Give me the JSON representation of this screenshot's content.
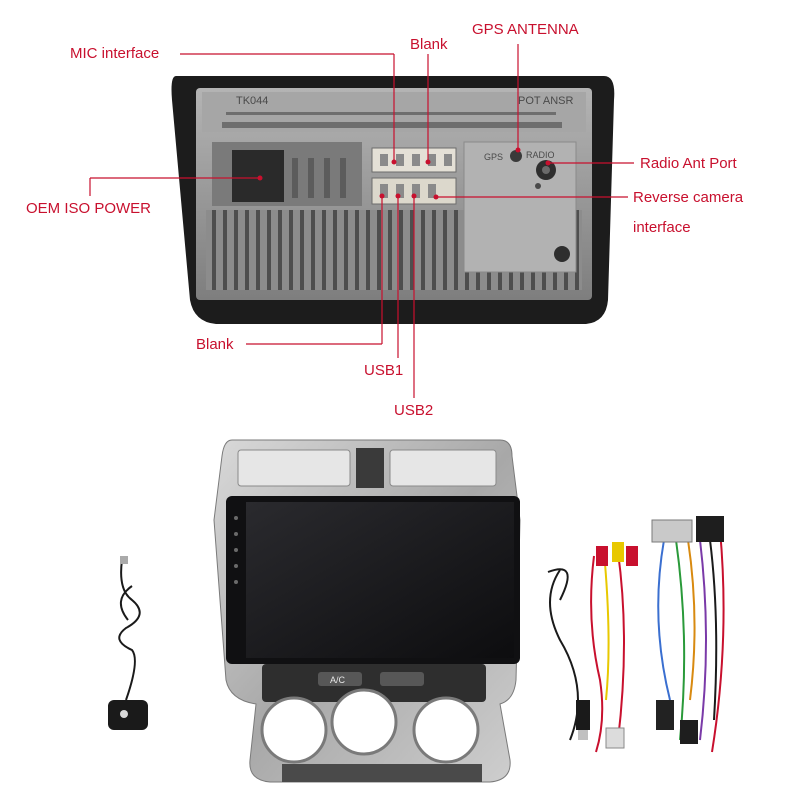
{
  "labels": {
    "mic": "MIC interface",
    "blank_top": "Blank",
    "gps": "GPS ANTENNA",
    "radio": "Radio Ant Port",
    "oem": "OEM ISO POWER",
    "reverse_1": "Reverse camera",
    "reverse_2": "interface",
    "blank_bottom": "Blank",
    "usb1": "USB1",
    "usb2": "USB2"
  },
  "unit_markings": {
    "top_left": "TK044",
    "top_right": "POT ANSR",
    "gps": "GPS",
    "radio": "RADIO",
    "ac_button": "A/C"
  },
  "colors": {
    "label_text": "#c8102e",
    "leader_line": "#c8102e",
    "frame": "#1c1c1c",
    "chassis": "#9a9a9a",
    "screen": "#141416",
    "bezel_silver": "#b8b8b8"
  },
  "icons": [
    "gps-antenna-icon",
    "wiring-harness-icon",
    "usb-cable-icon",
    "rca-cable-icon"
  ]
}
